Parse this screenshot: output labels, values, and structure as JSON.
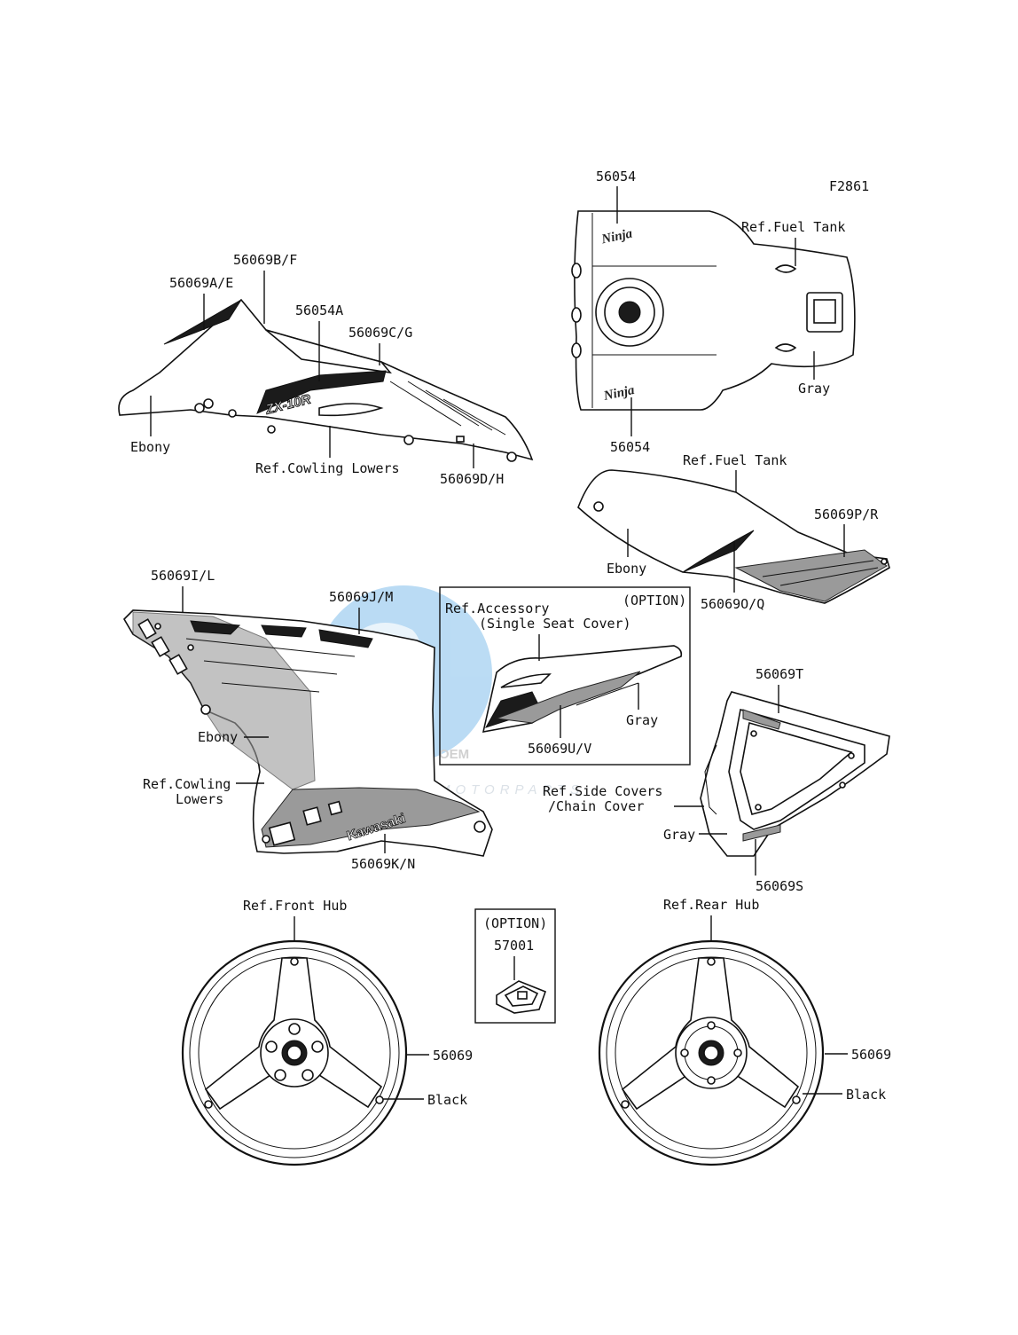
{
  "figure_code": "F2861",
  "labels": {
    "tank_56054_top": "56054",
    "tank_56054_bottom": "56054",
    "ref_fuel_tank_1": "Ref.Fuel Tank",
    "gray_tank": "Gray",
    "p_56069B_F": "56069B/F",
    "p_56069A_E": "56069A/E",
    "p_56054A": "56054A",
    "p_56069C_G": "56069C/G",
    "ebony_1": "Ebony",
    "ref_cowling_lowers_1": "Ref.Cowling Lowers",
    "p_56069D_H": "56069D/H",
    "ref_fuel_tank_2": "Ref.Fuel Tank",
    "p_56069P_R": "56069P/R",
    "ebony_2": "Ebony",
    "p_56069O_Q": "56069O/Q",
    "p_56069I_L": "56069I/L",
    "p_56069J_M": "56069J/M",
    "ebony_3": "Ebony",
    "ref_cowling_l1": "Ref.Cowling",
    "ref_cowling_l2": "Lowers",
    "p_56069K_N": "56069K/N",
    "option_1": "(OPTION)",
    "ref_accessory_l1": "Ref.Accessory",
    "ref_accessory_l2": "(Single Seat Cover)",
    "gray_seat": "Gray",
    "p_56069U_V": "56069U/V",
    "p_56069T": "56069T",
    "ref_side_covers_l1": "Ref.Side Covers",
    "ref_side_covers_l2": "/Chain Cover",
    "gray_tail": "Gray",
    "p_56069S": "56069S",
    "ref_front_hub": "Ref.Front Hub",
    "p_56069_front": "56069",
    "black_front": "Black",
    "option_2": "(OPTION)",
    "p_57001": "57001",
    "ref_rear_hub": "Ref.Rear Hub",
    "p_56069_rear": "56069",
    "black_rear": "Black"
  },
  "decals": {
    "ninja": "Ninja",
    "zx10r": "ZX-10R",
    "kawasaki": "Kawasaki"
  },
  "watermark": {
    "brand": "OEM",
    "sub": "MOTORPARTS",
    "color": "#3b9be0"
  }
}
